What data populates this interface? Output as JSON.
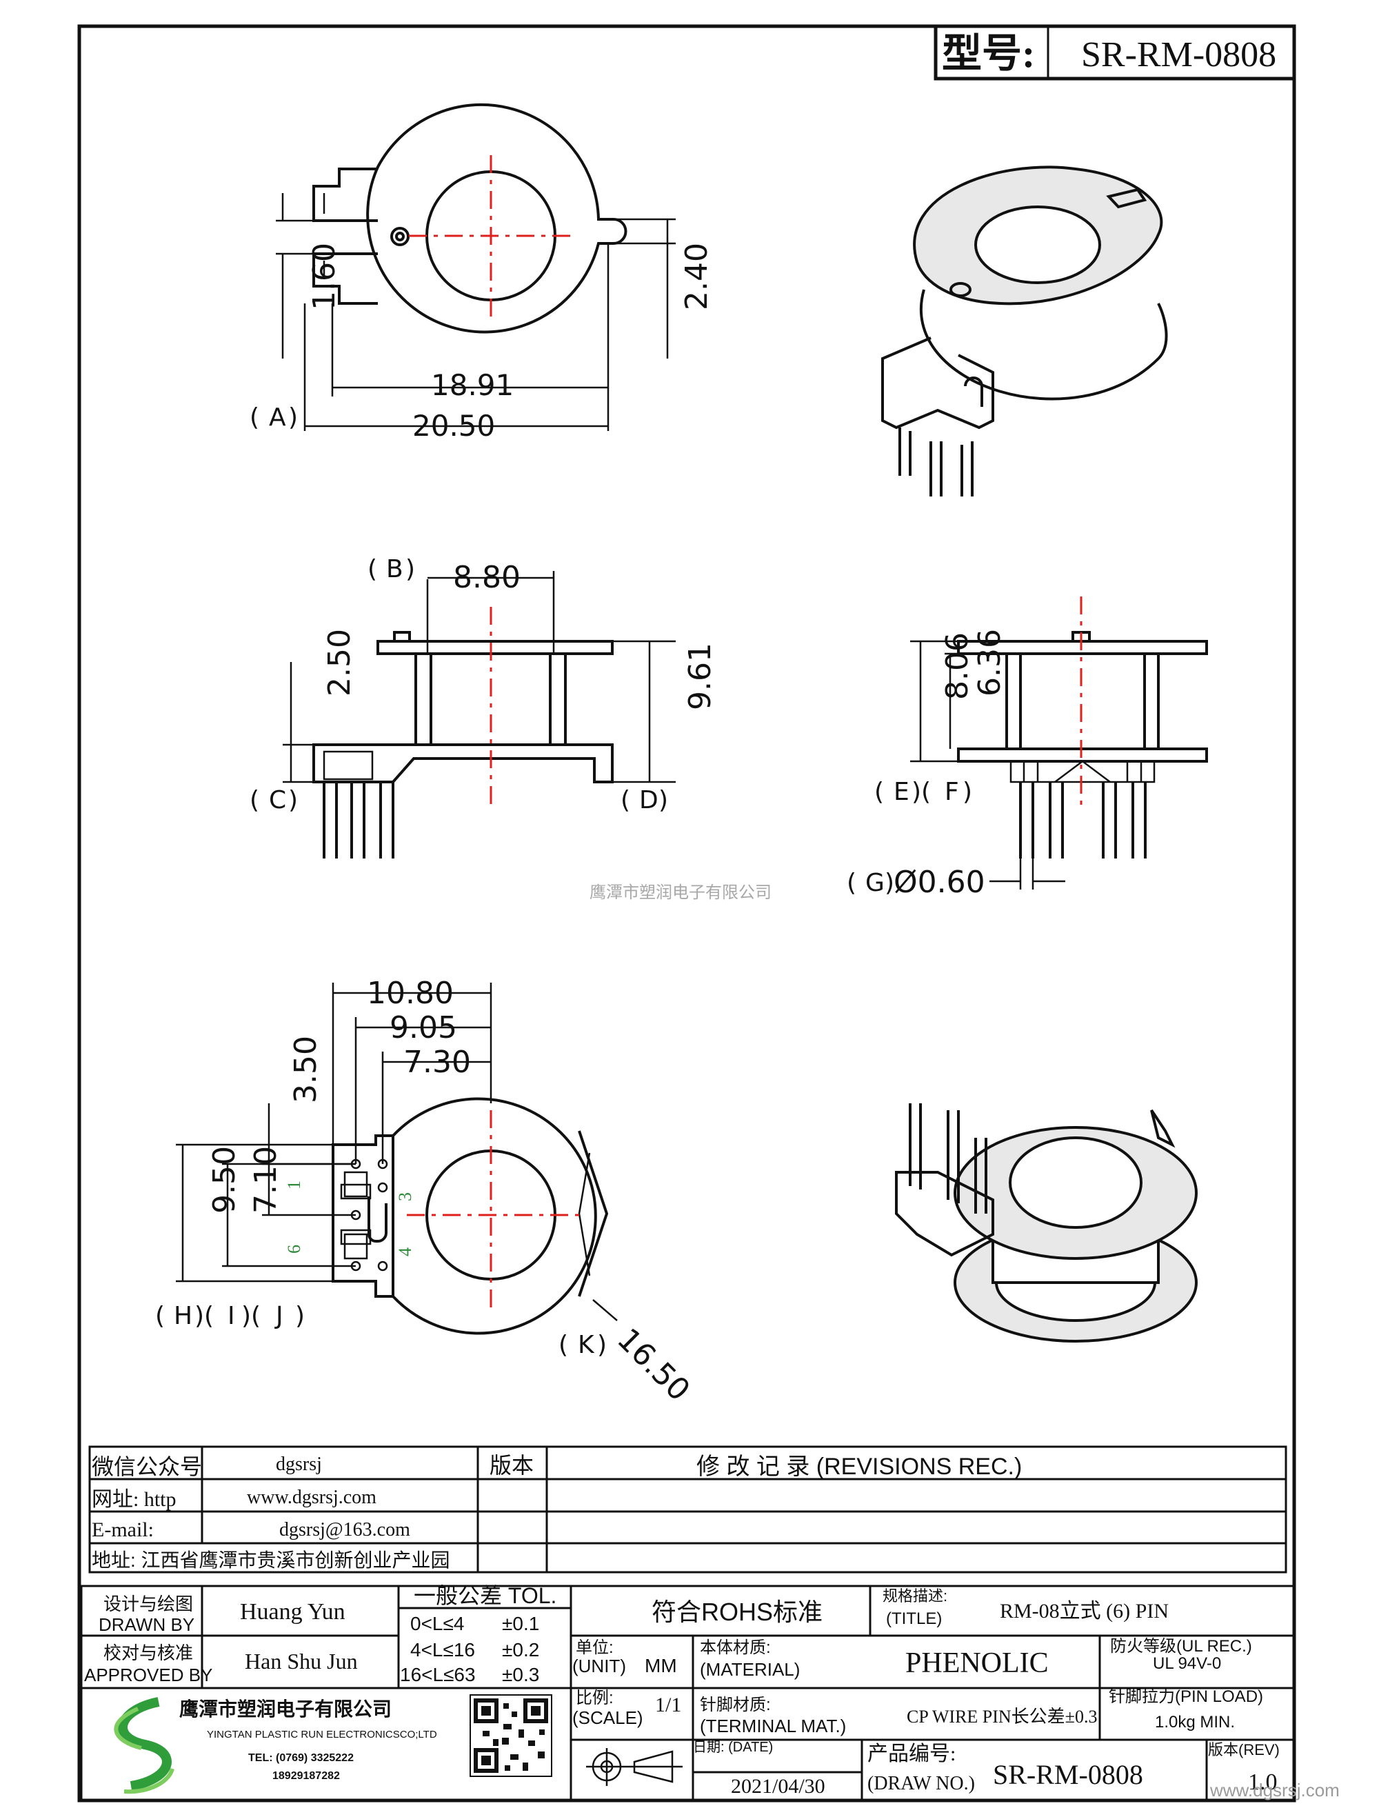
{
  "title_box": {
    "label": "型号:",
    "model": "SR-RM-0808"
  },
  "dimensions": {
    "view1": {
      "d_1_60": "1.60",
      "d_2_40": "2.40",
      "d_18_91": "18.91",
      "d_20_50": "20.50",
      "A": "A"
    },
    "view2": {
      "B": "B",
      "d_8_80": "8.80",
      "d_2_50": "2.50",
      "d_9_61": "9.61",
      "C": "C",
      "D": "D"
    },
    "view3": {
      "d_8_06": "8.06",
      "d_6_36": "6.36",
      "E": "E",
      "F": "F",
      "G": "G",
      "d_0_60": "Ø0.60"
    },
    "view4": {
      "d_10_80": "10.80",
      "d_9_05": "9.05",
      "d_7_30": "7.30",
      "d_3_50": "3.50",
      "d_9_50": "9.50",
      "d_7_10": "7.10",
      "H": "H",
      "I": "I",
      "J": "J",
      "K": "K",
      "d_16_50": "16.50"
    },
    "pins": {
      "p1": "1",
      "p3": "3",
      "p4": "4",
      "p6": "6"
    }
  },
  "watermark_center": "鹰潭市塑润电子有限公司",
  "info_table": {
    "wechat_label": "微信公众号",
    "wechat_value": "dgsrsj",
    "web_label": "网址: http",
    "web_value": "www.dgsrsj.com",
    "email_label": "E-mail:",
    "email_value": "dgsrsj@163.com",
    "address": "地址: 江西省鹰潭市贵溪市创新创业产业园",
    "version_label": "版本",
    "revisions_label": "修 改 记 录 (REVISIONS REC.)"
  },
  "title_block": {
    "design_cn": "设计与绘图",
    "design_en": "DRAWN BY",
    "designer": "Huang Yun",
    "check_cn": "校对与核准",
    "check_en": "APPROVED BY",
    "checker": "Han Shu Jun",
    "tol_title": "一般公差 TOL.",
    "tol_rows": [
      {
        "range": "0<L≤4",
        "value": "±0.1"
      },
      {
        "range": "4<L≤16",
        "value": "±0.2"
      },
      {
        "range": "16<L≤63",
        "value": "±0.3"
      }
    ],
    "rohs": "符合ROHS标准",
    "title_cn": "规格描述:",
    "title_en": "(TITLE)",
    "title_value": "RM-08立式 (6) PIN",
    "unit_cn": "单位:",
    "unit_en": "(UNIT)",
    "unit_value": "MM",
    "material_cn": "本体材质:",
    "material_en": "(MATERIAL)",
    "material_value": "PHENOLIC",
    "fire_cn": "防火等级(UL REC.)",
    "fire_value": "UL 94V-0",
    "scale_cn": "比例:",
    "scale_en": "(SCALE)",
    "scale_value": "1/1",
    "terminal_cn": "针脚材质:",
    "terminal_en": "(TERMINAL MAT.)",
    "terminal_value": "CP WIRE  PIN长公差±0.3",
    "pinload_cn": "针脚拉力(PIN LOAD)",
    "pinload_value": "1.0kg MIN.",
    "date_cn": "日期: (DATE)",
    "date_value": "2021/04/30",
    "drawno_cn": "产品编号:",
    "drawno_en": "(DRAW NO.)",
    "drawno_value": "SR-RM-0808",
    "rev_cn": "版本(REV)",
    "rev_value": "1.0"
  },
  "company": {
    "name_cn": "鹰潭市塑润电子有限公司",
    "name_en": "YINGTAN PLASTIC RUN ELECTRONICSCO;LTD",
    "tel": "TEL: (0769) 3325222",
    "mobile": "18929187282",
    "logo_color": "#2f9e3a"
  },
  "corner_watermark": "www.dgsrsj.com"
}
